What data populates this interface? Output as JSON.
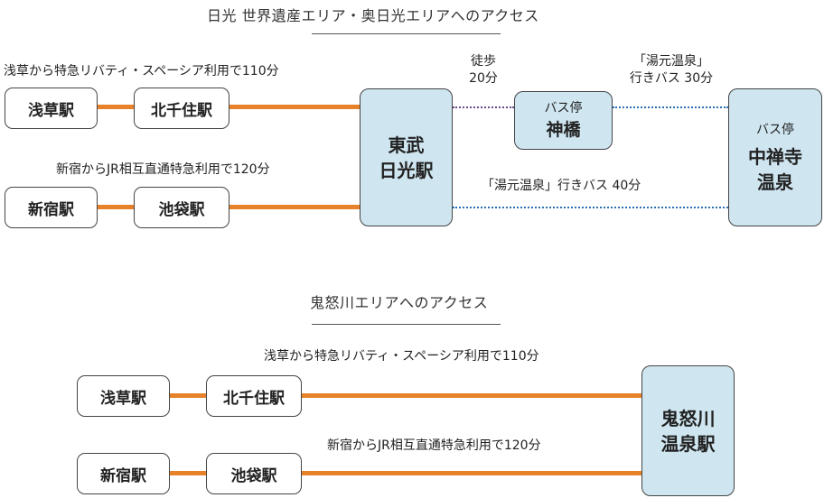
{
  "section1": {
    "title": "日光 世界遺産エリア・奥日光エリアへのアクセス",
    "route_asakusa": "浅草から特急リバティ・スペーシア利用で110分",
    "route_shinjuku": "新宿からJR相互直通特急利用で120分",
    "asakusa": "浅草駅",
    "kitasenju": "北千住駅",
    "shinjuku": "新宿駅",
    "ikebukuro": "池袋駅",
    "tobu_nikko_line1": "東武",
    "tobu_nikko_line2": "日光駅",
    "walk_line1": "徒歩",
    "walk_line2": "20分",
    "shinkyo_small": "バス停",
    "shinkyo_name": "神橋",
    "bus_30_line1": "「湯元温泉」",
    "bus_30_line2": "行きバス 30分",
    "chuzenji_small": "バス停",
    "chuzenji_line1": "中禅寺",
    "chuzenji_line2": "温泉",
    "bus_40": "「湯元温泉」行きバス 40分"
  },
  "section2": {
    "title": "鬼怒川エリアへのアクセス",
    "route_asakusa": "浅草から特急リバティ・スペーシア利用で110分",
    "route_shinjuku": "新宿からJR相互直通特急利用で120分",
    "asakusa": "浅草駅",
    "kitasenju": "北千住駅",
    "shinjuku": "新宿駅",
    "ikebukuro": "池袋駅",
    "kinugawa_line1": "鬼怒川",
    "kinugawa_line2": "温泉駅"
  },
  "colors": {
    "rail": "#e8822a",
    "hub_fill": "#cfe6f1",
    "walk_dotted": "#6a4a8c",
    "bus_dotted": "#2a6fb4"
  }
}
